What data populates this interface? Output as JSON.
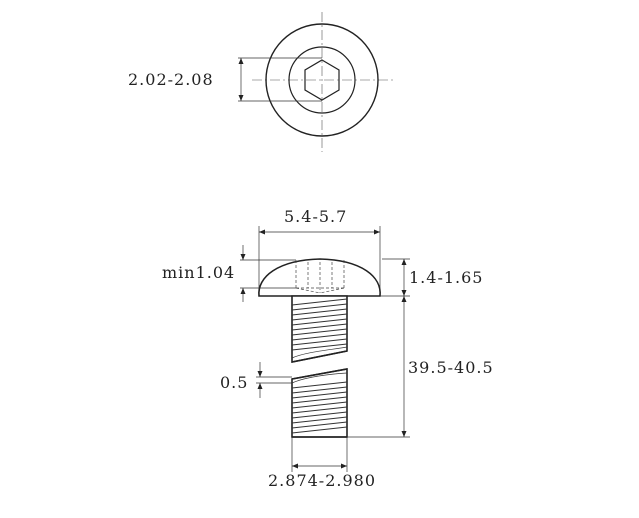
{
  "drawing": {
    "top_view": {
      "hex_socket_width": "2.02-2.08"
    },
    "side_view": {
      "head_diameter": "5.4-5.7",
      "min_socket_depth": "min1.04",
      "head_height": "1.4-1.65",
      "total_length": "39.5-40.5",
      "break_gap": "0.5",
      "thread_diameter": "2.874-2.980"
    }
  }
}
